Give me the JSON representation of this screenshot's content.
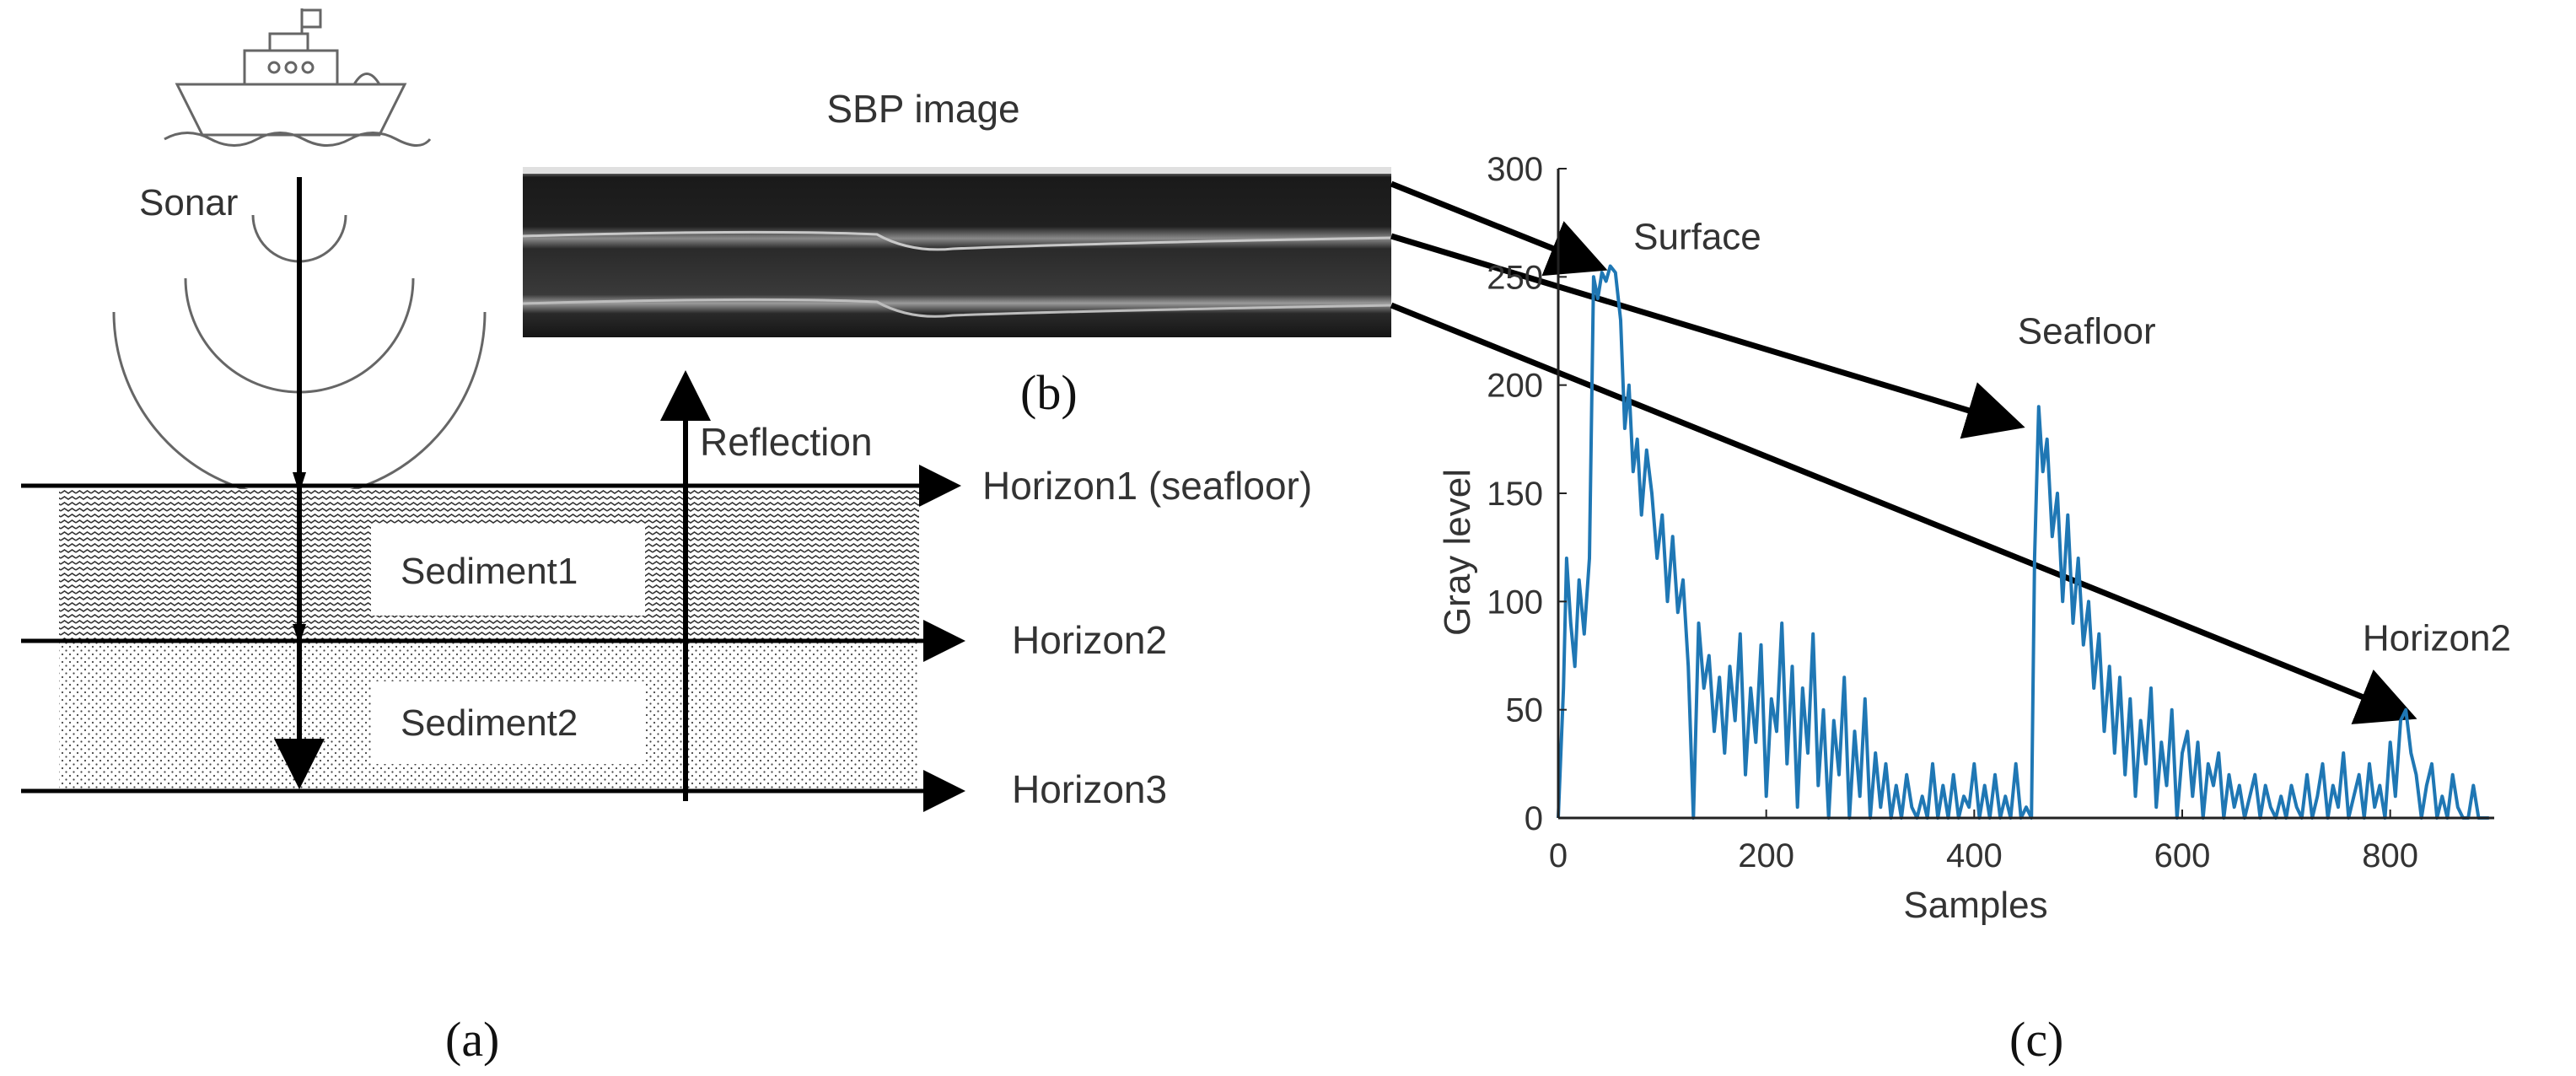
{
  "diagram": {
    "sonar_label": "Sonar",
    "reflection_label": "Reflection",
    "horizon1_label": "Horizon1 (seafloor)",
    "horizon2_label": "Horizon2",
    "horizon3_label": "Horizon3",
    "sediment1_label": "Sediment1",
    "sediment2_label": "Sediment2",
    "sbp_title": "SBP image"
  },
  "panel_labels": {
    "a": "(a)",
    "b": "(b)",
    "c": "(c)"
  },
  "chart_data": {
    "type": "line",
    "title": "",
    "xlabel": "Samples",
    "ylabel": "Gray level",
    "xlim": [
      0,
      900
    ],
    "ylim": [
      0,
      300
    ],
    "xticks": [
      0,
      200,
      400,
      600,
      800
    ],
    "yticks": [
      0,
      50,
      100,
      150,
      200,
      250,
      300
    ],
    "grid": false,
    "line_color": "#1f77b4",
    "annotations": [
      {
        "text": "Surface",
        "x": 52,
        "y": 255
      },
      {
        "text": "Seafloor",
        "x": 462,
        "y": 190
      },
      {
        "text": "Horizon2",
        "x": 818,
        "y": 50
      }
    ],
    "series": [
      {
        "x": [
          0,
          5,
          8,
          12,
          16,
          20,
          25,
          30,
          34,
          38,
          42,
          46,
          50,
          55,
          60,
          64,
          68,
          72,
          76,
          80,
          85,
          90,
          95,
          100,
          105,
          110,
          115,
          120,
          125,
          130,
          135,
          140,
          145,
          150,
          155,
          160,
          165,
          170,
          175,
          180,
          185,
          190,
          195,
          200,
          205,
          210,
          215,
          220,
          225,
          230,
          235,
          240,
          245,
          250,
          255,
          260,
          265,
          270,
          275,
          280,
          285,
          290,
          295,
          300,
          305,
          310,
          315,
          320,
          325,
          330,
          335,
          340,
          345,
          350,
          355,
          360,
          365,
          370,
          375,
          380,
          385,
          390,
          395,
          400,
          405,
          410,
          415,
          420,
          425,
          430,
          435,
          440,
          445,
          450,
          455,
          458,
          462,
          466,
          470,
          475,
          480,
          485,
          490,
          495,
          500,
          505,
          510,
          515,
          520,
          525,
          530,
          535,
          540,
          545,
          550,
          555,
          560,
          565,
          570,
          575,
          580,
          585,
          590,
          595,
          600,
          605,
          610,
          615,
          620,
          625,
          630,
          635,
          640,
          645,
          650,
          655,
          660,
          665,
          670,
          675,
          680,
          685,
          690,
          695,
          700,
          705,
          710,
          715,
          720,
          725,
          730,
          735,
          740,
          745,
          750,
          755,
          760,
          765,
          770,
          775,
          780,
          785,
          790,
          795,
          800,
          805,
          810,
          815,
          820,
          825,
          830,
          835,
          840,
          845,
          850,
          855,
          860,
          865,
          870,
          875,
          880,
          885,
          890,
          895
        ],
        "y": [
          0,
          60,
          120,
          90,
          70,
          110,
          85,
          120,
          250,
          240,
          252,
          248,
          255,
          252,
          230,
          180,
          200,
          160,
          175,
          140,
          170,
          150,
          120,
          140,
          100,
          130,
          95,
          110,
          70,
          0,
          90,
          60,
          75,
          40,
          65,
          30,
          70,
          45,
          85,
          20,
          60,
          35,
          80,
          10,
          55,
          40,
          90,
          25,
          70,
          5,
          60,
          30,
          85,
          15,
          50,
          0,
          45,
          20,
          65,
          0,
          40,
          10,
          55,
          0,
          30,
          5,
          25,
          0,
          15,
          0,
          20,
          5,
          0,
          10,
          0,
          25,
          0,
          15,
          0,
          20,
          0,
          10,
          5,
          25,
          0,
          15,
          0,
          20,
          0,
          10,
          0,
          25,
          0,
          5,
          0,
          120,
          190,
          160,
          175,
          130,
          150,
          100,
          140,
          90,
          120,
          80,
          100,
          60,
          85,
          40,
          70,
          30,
          65,
          20,
          55,
          10,
          45,
          25,
          60,
          5,
          35,
          15,
          50,
          0,
          30,
          40,
          10,
          35,
          0,
          25,
          15,
          30,
          0,
          20,
          5,
          15,
          0,
          10,
          20,
          0,
          15,
          5,
          0,
          10,
          0,
          15,
          5,
          0,
          20,
          0,
          10,
          25,
          0,
          15,
          5,
          30,
          0,
          10,
          20,
          0,
          25,
          5,
          15,
          0,
          35,
          10,
          45,
          50,
          30,
          20,
          0,
          15,
          25,
          0,
          10,
          0,
          20,
          5,
          0,
          0,
          15,
          0,
          0,
          0
        ]
      }
    ]
  }
}
